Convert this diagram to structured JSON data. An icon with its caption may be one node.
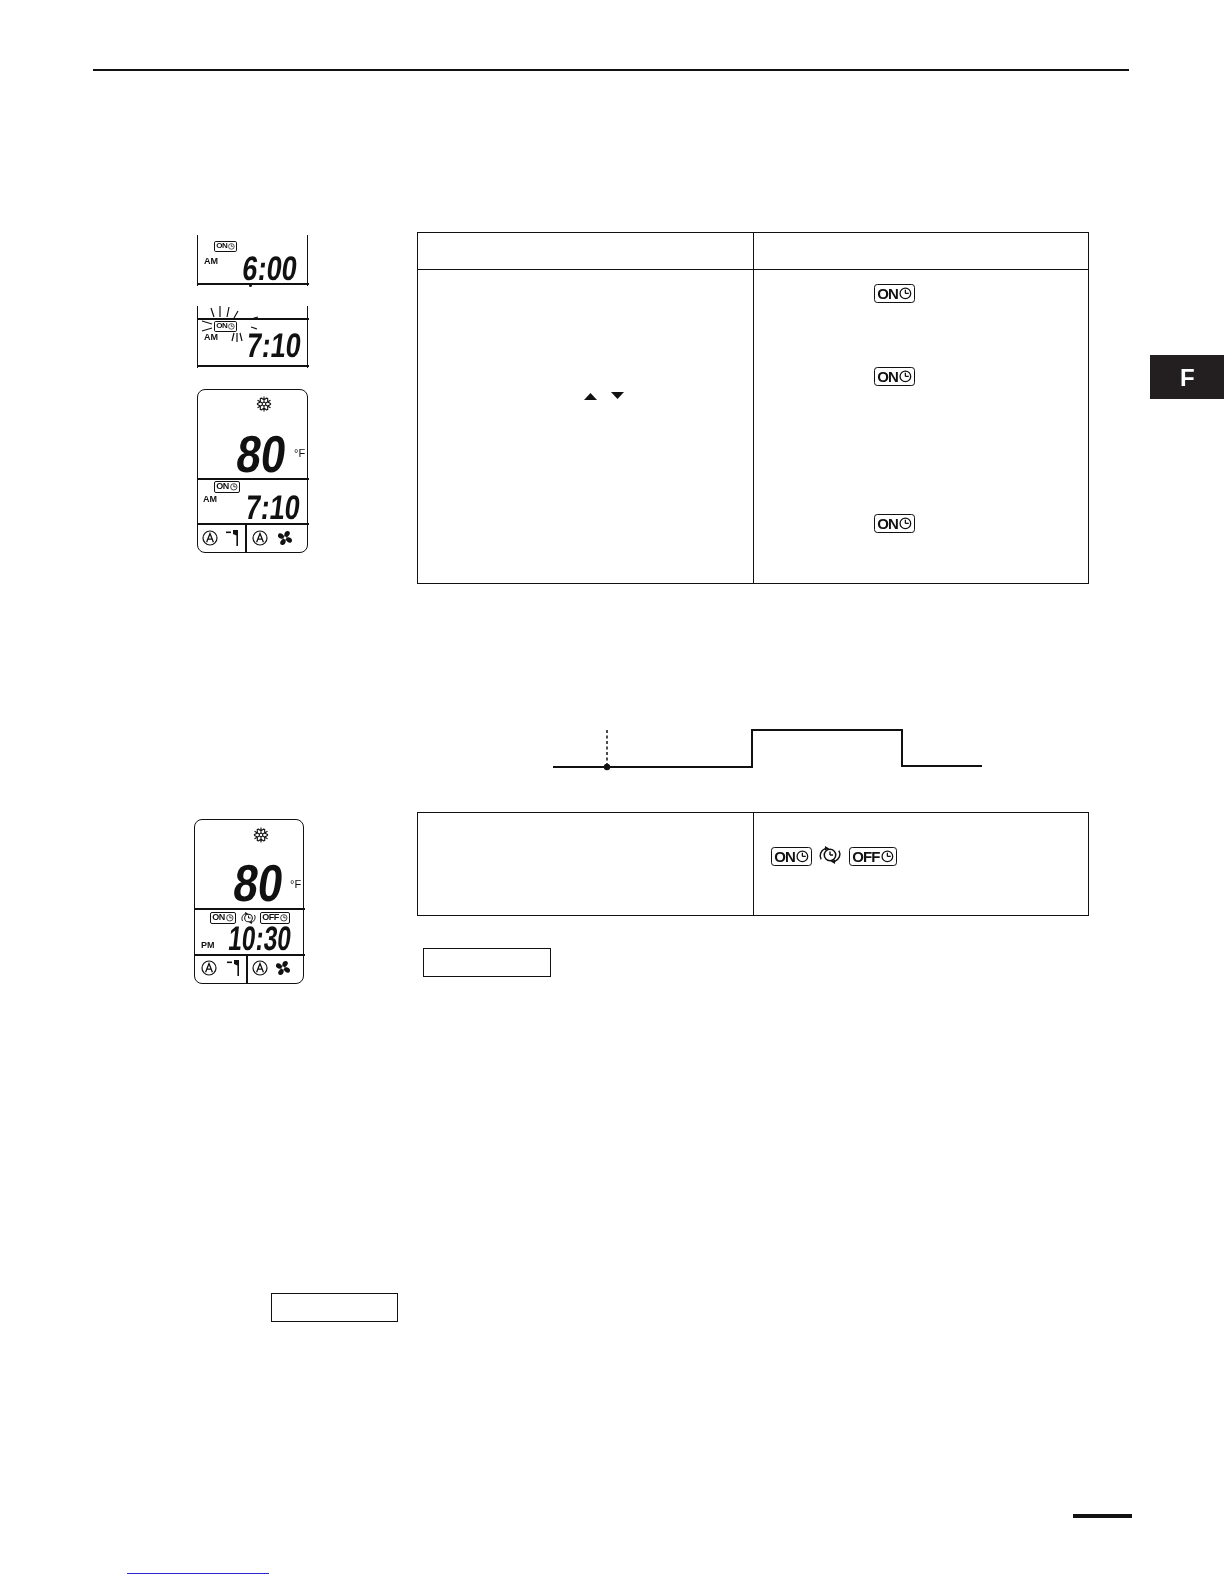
{
  "diagram": {
    "labels": [
      "ON",
      "AM",
      "6:00",
      "ON",
      "AM",
      "7:10",
      "80",
      "°F",
      "ON",
      "AM",
      "7:10",
      "ON",
      "ON",
      "ON",
      "F",
      "ON",
      "OFF",
      "80",
      "°F",
      "ON",
      "OFF",
      "PM",
      "10:30"
    ]
  }
}
